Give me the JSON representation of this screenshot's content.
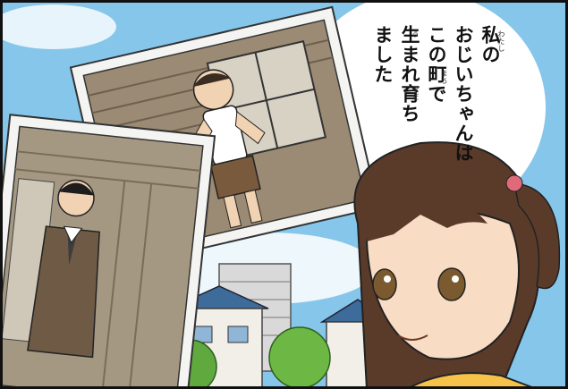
{
  "caption": {
    "lines": [
      "私の",
      "おじいちゃんは",
      "この町で",
      "生まれ育ち",
      "ました"
    ],
    "ruby": [
      "わたし",
      "まち",
      "う",
      "そだ"
    ]
  },
  "colors": {
    "sky": "#7fc3e8",
    "frame": "#f2f2f2",
    "wood": "#8a7a66",
    "hair": "#5a3b2a",
    "shirt": "#f6c24a"
  }
}
